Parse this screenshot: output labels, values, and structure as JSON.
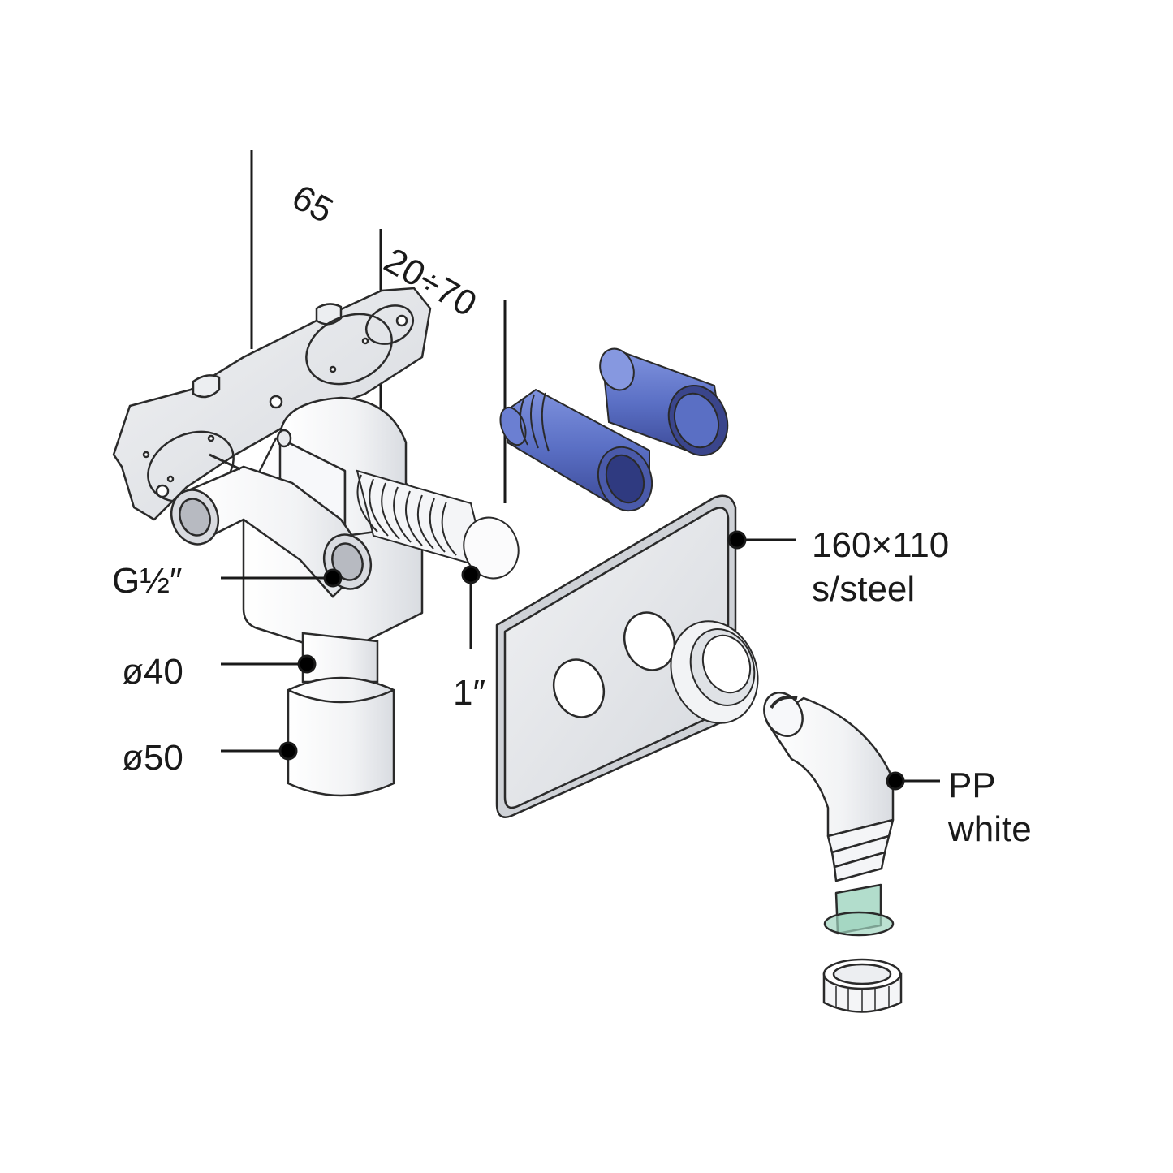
{
  "dimensions": {
    "depth": "65",
    "range": "20÷70"
  },
  "callouts": {
    "inlet_thread": "G½″",
    "drain_outlet": "1″",
    "pipe_small": "ø40",
    "pipe_large": "ø50",
    "plate_size": "160×110",
    "plate_material": "s/steel",
    "elbow_material": "PP",
    "elbow_color": "white"
  },
  "colors": {
    "plug_blue": "#5a6fc4",
    "plug_blue_dark": "#3c4a98",
    "seal_green": "#9fd4bf",
    "body_white": "#f4f5f7",
    "plate_gray": "#e4e6e9",
    "outline": "#2a2a2a"
  }
}
